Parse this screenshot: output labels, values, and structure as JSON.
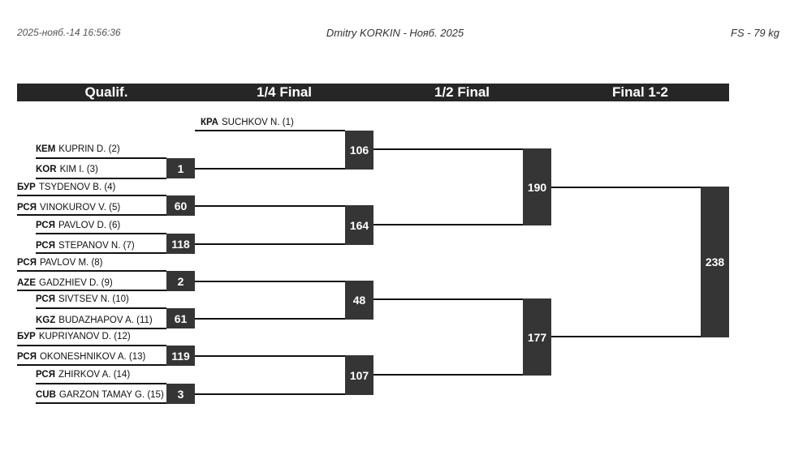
{
  "header": {
    "timestamp": "2025-нояб.-14 16:56:36",
    "title": "Dmitry KORKIN - Нояб. 2025",
    "category": "FS - 79 kg"
  },
  "rounds": [
    "Qualif.",
    "1/4 Final",
    "1/2 Final",
    "Final 1-2"
  ],
  "entries": [
    {
      "code": "КРА",
      "name": "SUCHKOV N. (1)"
    },
    {
      "code": "КЕМ",
      "name": "KUPRIN D. (2)"
    },
    {
      "code": "KOR",
      "name": "KIM I. (3)"
    },
    {
      "code": "БУР",
      "name": "TSYDENOV B. (4)"
    },
    {
      "code": "РСЯ",
      "name": "VINOKUROV V. (5)"
    },
    {
      "code": "РСЯ",
      "name": "PAVLOV D. (6)"
    },
    {
      "code": "РСЯ",
      "name": "STEPANOV N. (7)"
    },
    {
      "code": "РСЯ",
      "name": "PAVLOV M. (8)"
    },
    {
      "code": "AZE",
      "name": "GADZHIEV D. (9)"
    },
    {
      "code": "РСЯ",
      "name": "SIVTSEV N. (10)"
    },
    {
      "code": "KGZ",
      "name": "BUDAZHAPOV A. (11)"
    },
    {
      "code": "БУР",
      "name": "KUPRIYANOV D. (12)"
    },
    {
      "code": "РСЯ",
      "name": "OKONESHNIKOV A. (13)"
    },
    {
      "code": "РСЯ",
      "name": "ZHIRKOV A. (14)"
    },
    {
      "code": "CUB",
      "name": "GARZON TAMAY G. (15)"
    }
  ],
  "bouts": {
    "qualif": [
      "1",
      "60",
      "118",
      "2",
      "61",
      "119",
      "3"
    ],
    "quarter": [
      "106",
      "164",
      "48",
      "107"
    ],
    "semi": [
      "190",
      "177"
    ],
    "final": [
      "238"
    ]
  }
}
